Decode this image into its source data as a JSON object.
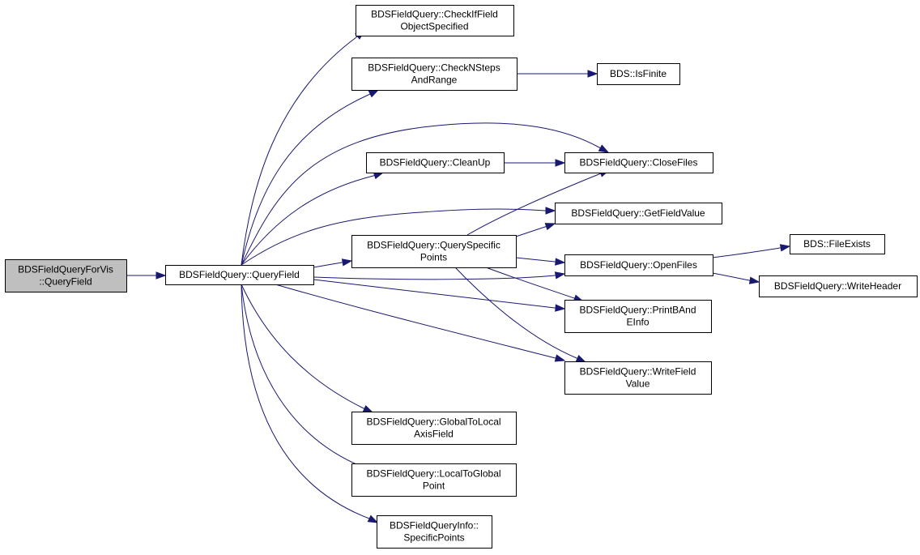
{
  "graph": {
    "nodes": {
      "query_field_for_vis": [
        "BDSFieldQueryForVis",
        "::QueryField"
      ],
      "query_field": [
        "BDSFieldQuery::QueryField"
      ],
      "check_if_field_object_specified": [
        "BDSFieldQuery::CheckIfField",
        "ObjectSpecified"
      ],
      "check_nsteps_and_range": [
        "BDSFieldQuery::CheckNSteps",
        "AndRange"
      ],
      "is_finite": [
        "BDS::IsFinite"
      ],
      "clean_up": [
        "BDSFieldQuery::CleanUp"
      ],
      "close_files": [
        "BDSFieldQuery::CloseFiles"
      ],
      "get_field_value": [
        "BDSFieldQuery::GetFieldValue"
      ],
      "query_specific_points": [
        "BDSFieldQuery::QuerySpecific",
        "Points"
      ],
      "open_files": [
        "BDSFieldQuery::OpenFiles"
      ],
      "file_exists": [
        "BDS::FileExists"
      ],
      "write_header": [
        "BDSFieldQuery::WriteHeader"
      ],
      "print_b_and_e_info": [
        "BDSFieldQuery::PrintBAnd",
        "EInfo"
      ],
      "write_field_value": [
        "BDSFieldQuery::WriteField",
        "Value"
      ],
      "global_to_local_axis_field": [
        "BDSFieldQuery::GlobalToLocal",
        "AxisField"
      ],
      "local_to_global_point": [
        "BDSFieldQuery::LocalToGlobal",
        "Point"
      ],
      "specific_points": [
        "BDSFieldQueryInfo::",
        "SpecificPoints"
      ]
    },
    "highlighted_node": "query_field_for_vis",
    "edges": [
      [
        "query_field_for_vis",
        "query_field"
      ],
      [
        "query_field",
        "check_if_field_object_specified"
      ],
      [
        "query_field",
        "check_nsteps_and_range"
      ],
      [
        "query_field",
        "close_files"
      ],
      [
        "query_field",
        "clean_up"
      ],
      [
        "query_field",
        "get_field_value"
      ],
      [
        "query_field",
        "query_specific_points"
      ],
      [
        "query_field",
        "open_files"
      ],
      [
        "query_field",
        "print_b_and_e_info"
      ],
      [
        "query_field",
        "write_field_value"
      ],
      [
        "query_field",
        "global_to_local_axis_field"
      ],
      [
        "query_field",
        "local_to_global_point"
      ],
      [
        "query_field",
        "specific_points"
      ],
      [
        "check_nsteps_and_range",
        "is_finite"
      ],
      [
        "clean_up",
        "close_files"
      ],
      [
        "query_specific_points",
        "close_files"
      ],
      [
        "query_specific_points",
        "get_field_value"
      ],
      [
        "query_specific_points",
        "open_files"
      ],
      [
        "query_specific_points",
        "print_b_and_e_info"
      ],
      [
        "query_specific_points",
        "write_field_value"
      ],
      [
        "open_files",
        "file_exists"
      ],
      [
        "open_files",
        "write_header"
      ]
    ],
    "colors": {
      "edge": "#191970",
      "node_border": "#000000",
      "node_fill": "#ffffff",
      "highlighted_fill": "#bfbfbf"
    }
  }
}
